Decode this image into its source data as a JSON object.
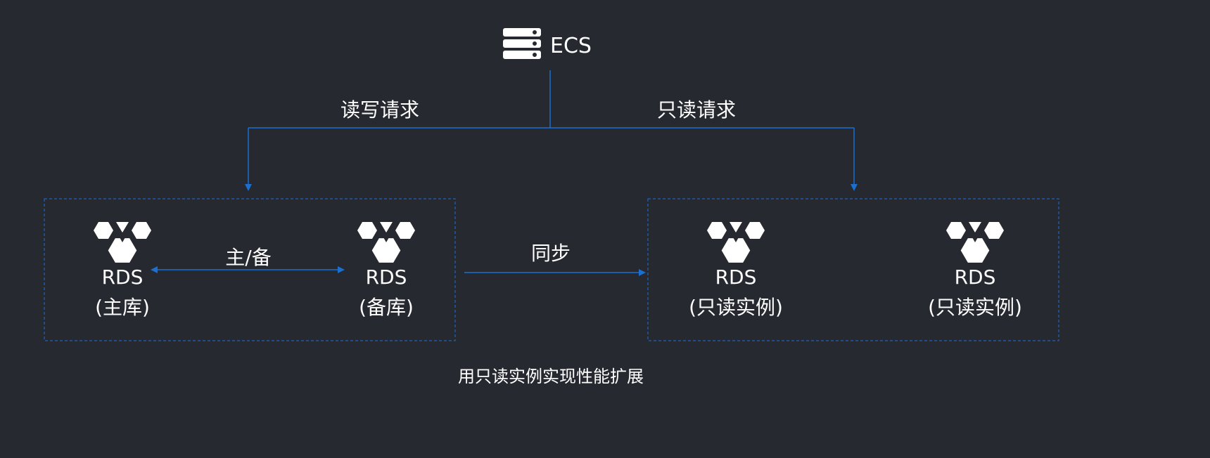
{
  "colors": {
    "background": "#262930",
    "connector": "#1a6fd1",
    "group_border": "#1f63b8",
    "text": "#ffffff",
    "icon": "#ffffff"
  },
  "icons": {
    "ecs": "server-icon",
    "rds": "rds-database-icon"
  },
  "ecs": {
    "label": "ECS"
  },
  "edges": {
    "read_write": "读写请求",
    "read_only": "只读请求",
    "primary_standby": "主/备",
    "sync": "同步"
  },
  "rds_primary": {
    "name": "RDS",
    "role": "(主库)"
  },
  "rds_standby": {
    "name": "RDS",
    "role": "(备库)"
  },
  "rds_readonly_1": {
    "name": "RDS",
    "role": "(只读实例)"
  },
  "rds_readonly_2": {
    "name": "RDS",
    "role": "(只读实例)"
  },
  "caption": "用只读实例实现性能扩展"
}
